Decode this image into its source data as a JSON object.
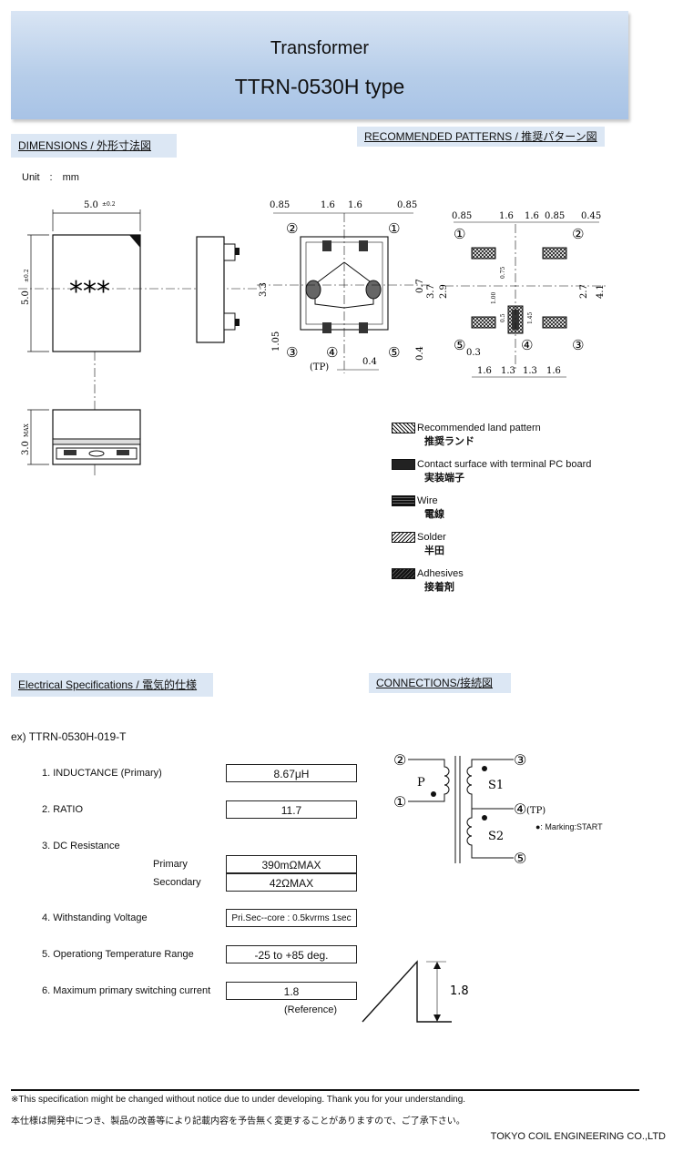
{
  "header": {
    "title": "Transformer",
    "model": "TTRN-0530H type"
  },
  "sections": {
    "dimensions": "DIMENSIONS / 外形寸法図",
    "patterns": "RECOMMENDED PATTERNS / 推奨パターン図",
    "electrical": "Electrical Specifications / 電気的仕様",
    "connections": "CONNECTIONS/接続図"
  },
  "unit": "Unit　:　mm",
  "dimensions": {
    "width": "5.0",
    "width_tol": "±0.2",
    "height": "5.0",
    "height_tol": "±0.2",
    "marking": "***",
    "side_height": "3.0",
    "side_height_tol": "MAX",
    "bottom": {
      "top_labels": [
        "0.85",
        "1.6",
        "1.6",
        "0.85"
      ],
      "right_labels": [
        "0.7",
        "0.4"
      ],
      "left_labels": [
        "3.3",
        "1.05"
      ],
      "bottom_label": "0.4",
      "tp": "(TP)",
      "pins": [
        "②",
        "①",
        "③",
        "④",
        "⑤"
      ]
    }
  },
  "pattern": {
    "top_labels": [
      "0.85",
      "1.6",
      "1.6",
      "0.85",
      "0.45"
    ],
    "left_labels": [
      "3.7",
      "2.9"
    ],
    "right_labels": [
      "2.7",
      "4.1"
    ],
    "inner_labels": [
      "0.75",
      "1.00",
      "0.5",
      "1.45"
    ],
    "bottom_labels": [
      "0.3",
      "1.6",
      "1.3",
      "1.3",
      "1.6"
    ],
    "pins": [
      "①",
      "②",
      "⑤",
      "④",
      "③"
    ]
  },
  "legend": [
    {
      "en": "Recommended land pattern",
      "jp": "推奨ランド"
    },
    {
      "en": "Contact surface with terminal PC board",
      "jp": "実装端子"
    },
    {
      "en": "Wire",
      "jp": "電線"
    },
    {
      "en": "Solder",
      "jp": "半田"
    },
    {
      "en": "Adhesives",
      "jp": "接着剤"
    }
  ],
  "example": "ex) TTRN-0530H-019-T",
  "specs": {
    "inductance_label": "1. INDUCTANCE (Primary)",
    "inductance_value": "8.67μH",
    "ratio_label": "2. RATIO",
    "ratio_value": "11.7",
    "dcr_label": "3. DC Resistance",
    "primary_label": "Primary",
    "primary_value": "390mΩMAX",
    "secondary_label": "Secondary",
    "secondary_value": "42ΩMAX",
    "withstand_label": "4. Withstanding Voltage",
    "withstand_value": "Pri.Sec--core : 0.5kvrms 1sec",
    "temp_label": "5. Operationg Temperature Range",
    "temp_value": "-25 to +85 deg.",
    "current_label": "6. Maximum primary switching current",
    "current_value": "1.8",
    "reference": "(Reference)",
    "waveform_value": "1.8"
  },
  "connections": {
    "pins": [
      "②",
      "①",
      "③",
      "④",
      "⑤"
    ],
    "tp": "(TP)",
    "p": "P",
    "s1": "S1",
    "s2": "S2",
    "marking": "●: Marking:START"
  },
  "footer": {
    "note_en": "※This specification might be changed without notice due to under developing. Thank you for your understanding.",
    "note_jp": "本仕様は開発中につき、製品の改善等により記載内容を予告無く変更することがありますので、ご了承下さい。",
    "company": "TOKYO COIL ENGINEERING CO.,LTD"
  }
}
